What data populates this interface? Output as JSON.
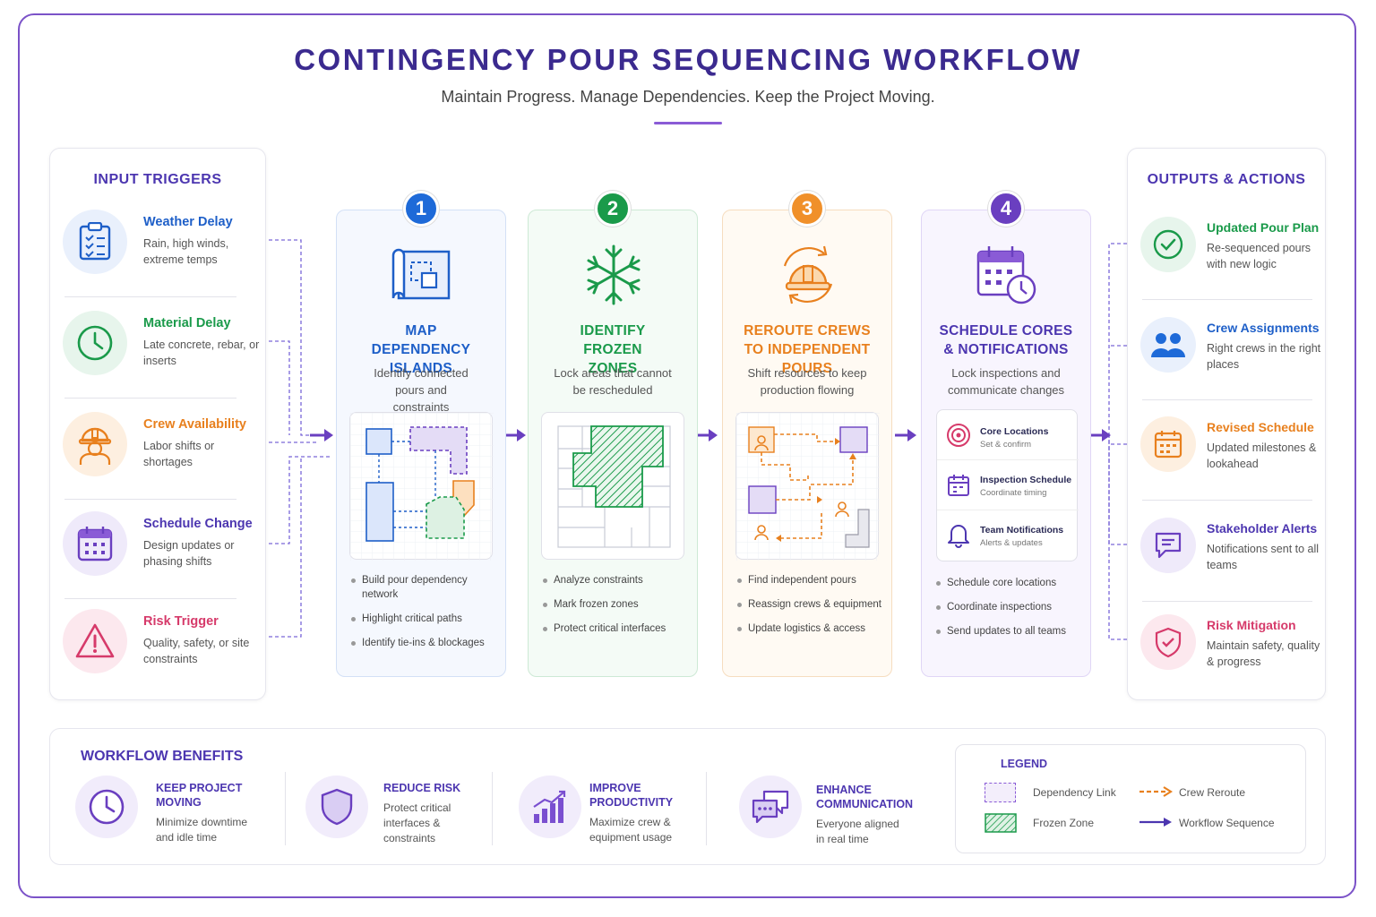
{
  "header": {
    "title": "CONTINGENCY POUR SEQUENCING WORKFLOW",
    "subtitle": "Maintain Progress. Manage Dependencies. Keep the Project Moving."
  },
  "inputs": {
    "title": "INPUT TRIGGERS",
    "items": [
      {
        "title": "Weather Delay",
        "desc": "Rain, high winds, extreme temps",
        "color": "#1e5fc8",
        "icon": "clipboard-checklist-icon"
      },
      {
        "title": "Material Delay",
        "desc": "Late concrete, rebar, or inserts",
        "color": "#1a9a4a",
        "icon": "clock-icon"
      },
      {
        "title": "Crew Availability",
        "desc": "Labor shifts or shortages",
        "color": "#e8801e",
        "icon": "worker-icon"
      },
      {
        "title": "Schedule Change",
        "desc": "Design updates or phasing shifts",
        "color": "#6a3fc0",
        "icon": "calendar-icon"
      },
      {
        "title": "Risk Trigger",
        "desc": "Quality, safety, or site constraints",
        "color": "#d63a6a",
        "icon": "warning-icon"
      }
    ]
  },
  "steps": [
    {
      "num": "1",
      "title": "MAP DEPENDENCY ISLANDS",
      "desc": "Identify connected pours and constraints",
      "color": "#1e5fc8",
      "bullets": [
        "Build pour dependency network",
        "Highlight critical paths",
        "Identify tie-ins & blockages"
      ]
    },
    {
      "num": "2",
      "title": "IDENTIFY FROZEN ZONES",
      "desc": "Lock areas that cannot be rescheduled",
      "color": "#1a9a4a",
      "bullets": [
        "Analyze constraints",
        "Mark frozen zones",
        "Protect critical interfaces"
      ]
    },
    {
      "num": "3",
      "title": "REROUTE CREWS TO INDEPENDENT POURS",
      "desc": "Shift resources to keep production flowing",
      "color": "#e8801e",
      "bullets": [
        "Find independent pours",
        "Reassign crews & equipment",
        "Update logistics & access"
      ]
    },
    {
      "num": "4",
      "title": "SCHEDULE CORES & NOTIFICATIONS",
      "desc": "Lock inspections and communicate changes",
      "color": "#6a3fc0",
      "bullets": [
        "Schedule core locations",
        "Coordinate inspections",
        "Send updates to all teams"
      ],
      "card_items": [
        {
          "title": "Core Locations",
          "desc": "Set & confirm"
        },
        {
          "title": "Inspection Schedule",
          "desc": "Coordinate timing"
        },
        {
          "title": "Team Notifications",
          "desc": "Alerts & updates"
        }
      ]
    }
  ],
  "outputs": {
    "title": "OUTPUTS & ACTIONS",
    "items": [
      {
        "title": "Updated Pour Plan",
        "desc": "Re-sequenced pours with new logic",
        "color": "#1a9a4a",
        "icon": "check-circle-icon"
      },
      {
        "title": "Crew Assignments",
        "desc": "Right crews in the right places",
        "color": "#1e5fc8",
        "icon": "people-icon"
      },
      {
        "title": "Revised Schedule",
        "desc": "Updated milestones & lookahead",
        "color": "#e8801e",
        "icon": "calendar-icon"
      },
      {
        "title": "Stakeholder Alerts",
        "desc": "Notifications sent to all teams",
        "color": "#6a3fc0",
        "icon": "chat-icon"
      },
      {
        "title": "Risk Mitigation",
        "desc": "Maintain safety, quality & progress",
        "color": "#d63a6a",
        "icon": "shield-check-icon"
      }
    ]
  },
  "benefits": {
    "title": "WORKFLOW BENEFITS",
    "items": [
      {
        "title": "KEEP PROJECT MOVING",
        "desc": "Minimize downtime and idle time",
        "icon": "clock-icon"
      },
      {
        "title": "REDUCE RISK",
        "desc": "Protect critical interfaces & constraints",
        "icon": "shield-icon"
      },
      {
        "title": "IMPROVE PRODUCTIVITY",
        "desc": "Maximize crew & equipment usage",
        "icon": "bar-chart-icon"
      },
      {
        "title": "ENHANCE COMMUNICATION",
        "desc": "Everyone aligned in real time",
        "icon": "chat-bubbles-icon"
      }
    ]
  },
  "legend": {
    "title": "LEGEND",
    "items": [
      {
        "label": "Dependency Link"
      },
      {
        "label": "Crew Reroute"
      },
      {
        "label": "Frozen Zone"
      },
      {
        "label": "Workflow Sequence"
      }
    ]
  }
}
